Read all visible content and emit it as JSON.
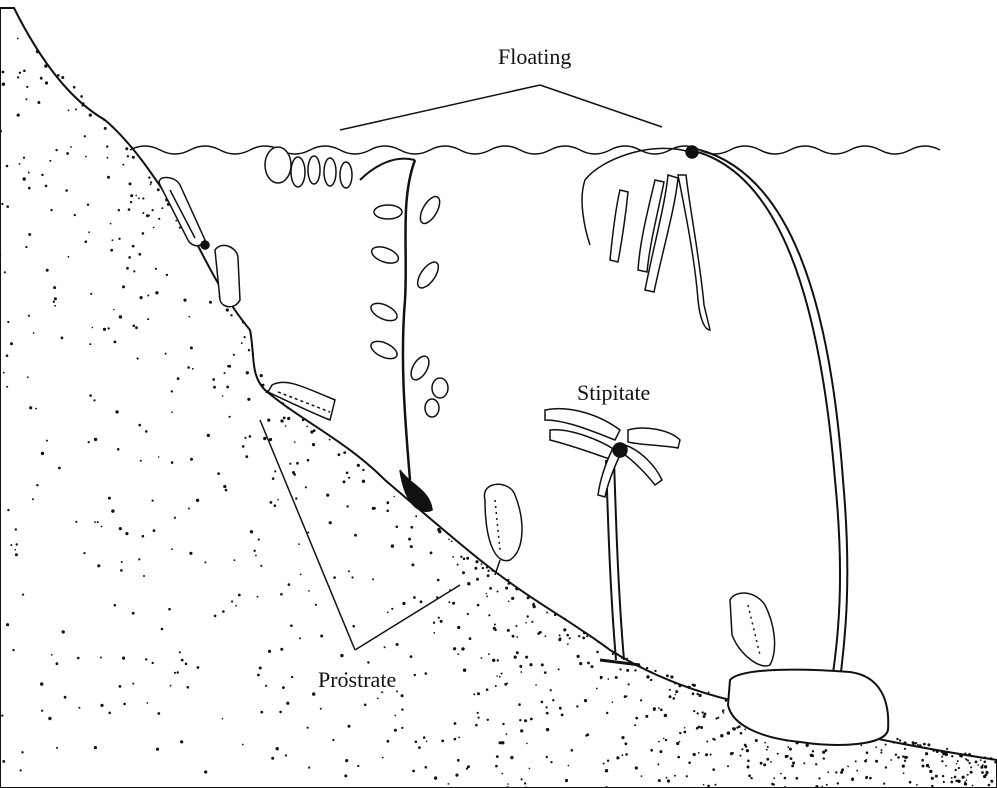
{
  "labels": {
    "floating": "Floating",
    "stipitate": "Stipitate",
    "prostrate": "Prostrate"
  },
  "colors": {
    "ink": "#111111",
    "background": "#ffffff"
  }
}
